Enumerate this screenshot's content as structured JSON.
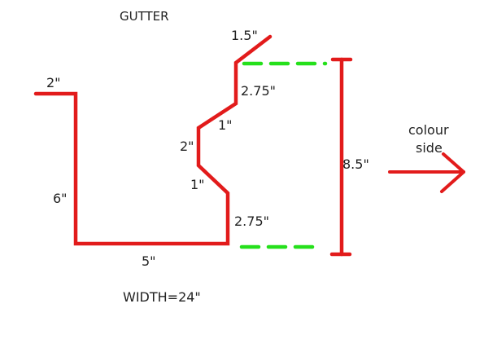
{
  "diagram": {
    "title": "GUTTER",
    "width_note": "WIDTH=24\"",
    "overall_height": "8.5\"",
    "color_side_label_line1": "colour",
    "color_side_label_line2": "side",
    "segments": {
      "lip_top": "2\"",
      "back_vertical": "6\"",
      "bottom": "5\"",
      "front_lower": "2.75\"",
      "bend_lower": "1\"",
      "bend_middle": "2\"",
      "bend_upper": "1\"",
      "front_upper": "2.75\"",
      "hem_top": "1.5\""
    },
    "colors": {
      "profile": "#e21b1b",
      "guide": "#25e01b",
      "arrow": "#e21b1b",
      "text": "#222222"
    }
  }
}
